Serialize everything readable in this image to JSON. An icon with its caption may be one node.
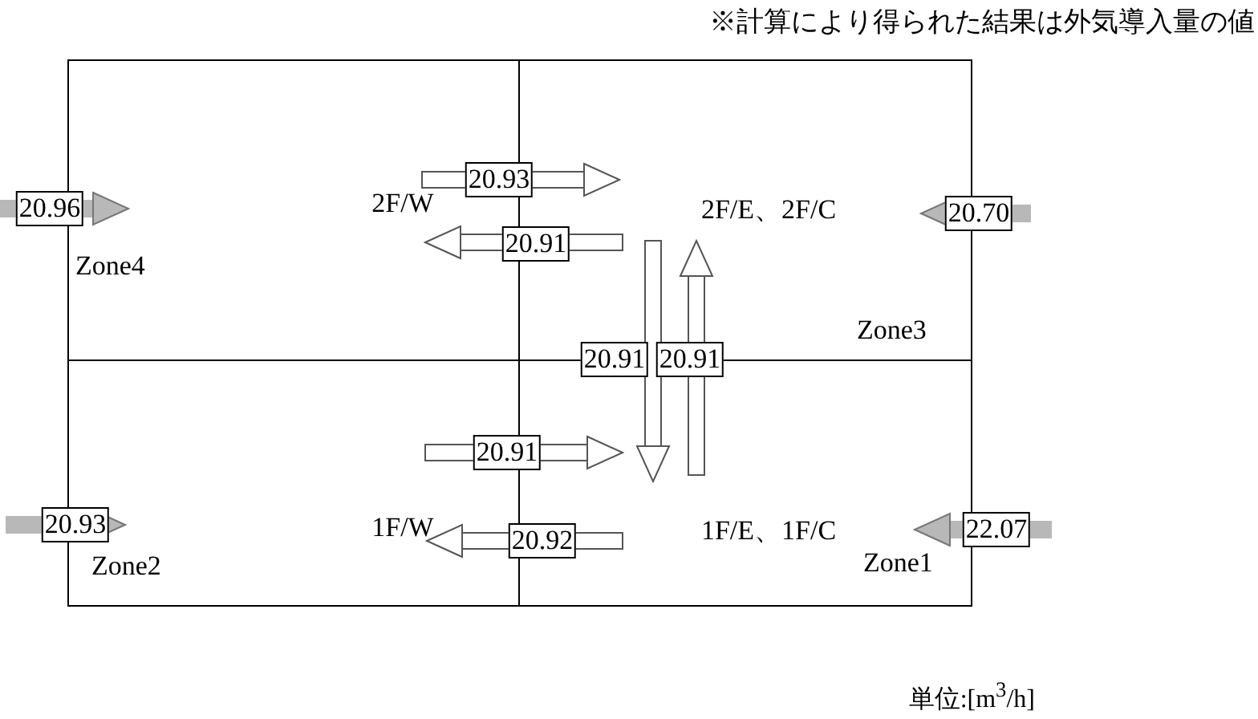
{
  "diagram": {
    "nodes": [
      {
        "text": [
          "2F/W",
          "Zone4"
        ]
      },
      {
        "text": [
          "2F/E、2F/C",
          "Zone3"
        ]
      },
      {
        "text": [
          "1F/W",
          "Zone2"
        ]
      },
      {
        "text": [
          "1F/E、1F/C",
          "Zone1"
        ]
      }
    ],
    "edges": [
      {
        "from": null,
        "to": 0,
        "arrow": "to",
        "label": "20.96",
        "color": "#b8b8b8"
      },
      {
        "from": 0,
        "to": 1,
        "arrow": "to",
        "label": "20.93"
      },
      {
        "from": 1,
        "to": 0,
        "arrow": "to",
        "label": "20.91"
      },
      {
        "from": null,
        "to": 1,
        "arrow": "to",
        "label": "20.70",
        "color": "#b8b8b8"
      },
      {
        "from": 1,
        "to": 3,
        "arrow": "to",
        "label": "20.91"
      },
      {
        "from": 3,
        "to": 1,
        "arrow": "to",
        "label": "20.91"
      },
      {
        "from": null,
        "to": 2,
        "arrow": "to",
        "label": "20.93",
        "color": "#b8b8b8"
      },
      {
        "from": 2,
        "to": 3,
        "arrow": "to",
        "label": "20.91"
      },
      {
        "from": 3,
        "to": 2,
        "arrow": "to",
        "label": "20.92"
      },
      {
        "from": null,
        "to": 3,
        "arrow": "to",
        "label": "22.07",
        "color": "#b8b8b8"
      }
    ],
    "labels": [
      "※計算により得られた結果は外気導入量の値",
      "単位:[m$^{3}$/h]"
    ]
  }
}
